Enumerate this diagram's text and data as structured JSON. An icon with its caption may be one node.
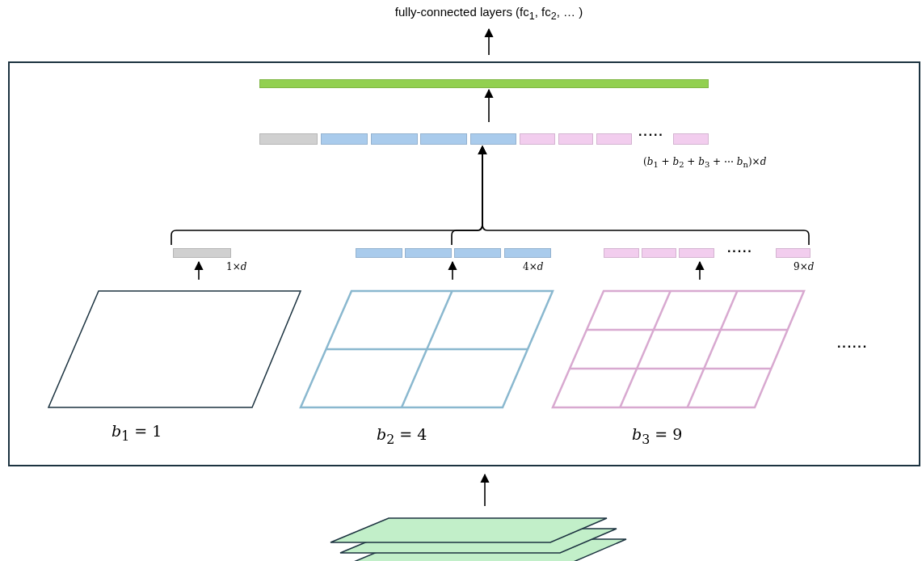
{
  "diagram": {
    "nodes": [
      {
        "text": [
          "fully-connected layers (fc$_{1}$, fc$_{2}$, … )"
        ]
      },
      {
        "text": [],
        "shape": "box"
      },
      {
        "text": [],
        "shape": "bar",
        "in": 1
      },
      {
        "text": [],
        "shape": "bar",
        "in": 1,
        "beside": [
          "(*b*$_{1}$ + *b*$_{2}$ + *b*$_{3}$ + ⋯ *b*$_{n}$)×*d*"
        ]
      },
      {
        "text": [],
        "shape": "bar",
        "in": 1,
        "beside": [
          "1×*d*"
        ]
      },
      {
        "text": [],
        "shape": "bar",
        "in": 1,
        "beside": [
          "4×*d*"
        ]
      },
      {
        "text": [],
        "shape": "bar",
        "in": 1,
        "beside": [
          "9×*d*"
        ]
      },
      {
        "text": [
          "*b*$_{1}$ = 1"
        ],
        "in": 1
      },
      {
        "text": [
          "*b*$_{2}$ = 4"
        ],
        "in": 1
      },
      {
        "text": [
          "*b*$_{3}$ = 9"
        ],
        "in": 1
      },
      {
        "text": [],
        "shape": "picture"
      }
    ],
    "edges": [
      {
        "from": 1,
        "to": 0,
        "arrow": "to"
      },
      {
        "from": 3,
        "to": 2,
        "arrow": "to"
      },
      {
        "from": 4,
        "to": 3,
        "arrow": "to"
      },
      {
        "from": 5,
        "to": 3,
        "arrow": "to"
      },
      {
        "from": 6,
        "to": 3,
        "arrow": "to"
      },
      {
        "from": 7,
        "to": 4,
        "arrow": "to"
      },
      {
        "from": 8,
        "to": 5,
        "arrow": "to"
      },
      {
        "from": 9,
        "to": 6,
        "arrow": "to"
      },
      {
        "from": 10,
        "to": 1,
        "arrow": "to"
      }
    ],
    "labels": [
      "·····",
      "·····",
      "······"
    ]
  }
}
